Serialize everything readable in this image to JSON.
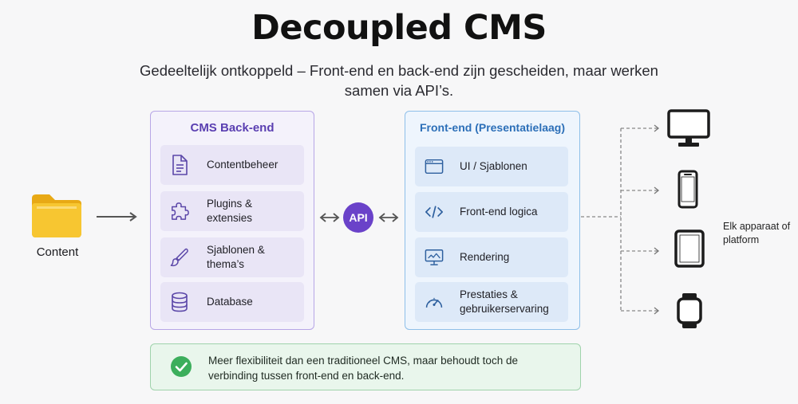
{
  "title": "Decoupled CMS",
  "subtitle": "Gedeeltelijk ontkoppeld – Front-end en back-end zijn gescheiden, maar werken samen via API’s.",
  "content_source": {
    "label": "Content",
    "icon": "folder-icon"
  },
  "backend": {
    "title": "CMS Back-end",
    "items": [
      {
        "label": "Contentbeheer",
        "icon": "document-icon"
      },
      {
        "label": "Plugins & extensies",
        "icon": "puzzle-icon"
      },
      {
        "label": "Sjablonen & thema’s",
        "icon": "brush-icon"
      },
      {
        "label": "Database",
        "icon": "database-icon"
      }
    ]
  },
  "api": {
    "label": "API"
  },
  "frontend": {
    "title": "Front-end (Presentatielaag)",
    "items": [
      {
        "label": "UI / Sjablonen",
        "icon": "browser-window-icon"
      },
      {
        "label": "Front-end logica",
        "icon": "code-icon"
      },
      {
        "label": "Rendering",
        "icon": "monitor-icon"
      },
      {
        "label": "Prestaties & gebruikerservaring",
        "icon": "speedometer-icon"
      }
    ]
  },
  "devices": {
    "label": "Elk apparaat of platform",
    "items": [
      "desktop-icon",
      "smartphone-icon",
      "tablet-icon",
      "smartwatch-icon"
    ]
  },
  "note": {
    "text": "Meer flexibiliteit dan een traditioneel CMS, maar behoudt toch de verbinding tussen front-end en back-end.",
    "icon": "check-circle-icon"
  },
  "colors": {
    "backend_accent": "#5a3fb1",
    "frontend_accent": "#2c6fb8",
    "api_badge": "#6a42c9",
    "folder": "#f5c02b",
    "note_check": "#3cae5c"
  }
}
